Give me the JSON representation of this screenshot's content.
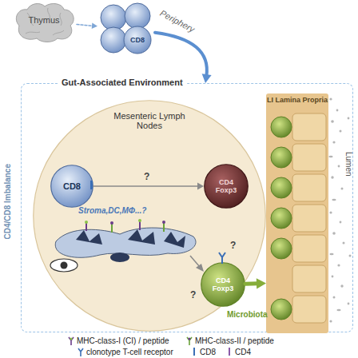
{
  "diagram": {
    "nodes": [
      {
        "text": [
          "Thymus"
        ]
      },
      {
        "text": [
          "CD8"
        ]
      },
      {
        "text": [
          "Gut-Associated Environment"
        ]
      },
      {
        "text": [
          "Mesenteric Lymph Nodes"
        ],
        "in": 2
      },
      {
        "text": [
          "CD8"
        ],
        "in": 3
      },
      {
        "text": [
          "CD4 Foxp3"
        ],
        "in": 3
      },
      {
        "text": [
          "CD4 Foxp3"
        ],
        "in": 3
      },
      {
        "text": [
          "LI Lamina Propria"
        ],
        "in": 2
      }
    ],
    "edges": [
      {
        "from": 0,
        "to": 1,
        "arrow": "to"
      },
      {
        "from": 1,
        "to": 2,
        "label": "Periphery",
        "arrow": "to"
      },
      {
        "from": 4,
        "to": 5,
        "label": "?",
        "arrow": "to"
      },
      {
        "from": 6,
        "to": 7,
        "label": "Microbiota",
        "arrow": "to"
      }
    ],
    "labels": [
      "CD4/CD8 Imbalance",
      "Stroma,DC,MΦ...?",
      "?",
      "?",
      "Lumen"
    ],
    "legend": [
      {
        "text": "MHC-class-I (CI) / peptide"
      },
      {
        "text": "MHC-class-II / peptide"
      },
      {
        "text": "clonotype T-cell receptor"
      },
      {
        "text": "CD8"
      },
      {
        "text": "CD4"
      }
    ]
  }
}
